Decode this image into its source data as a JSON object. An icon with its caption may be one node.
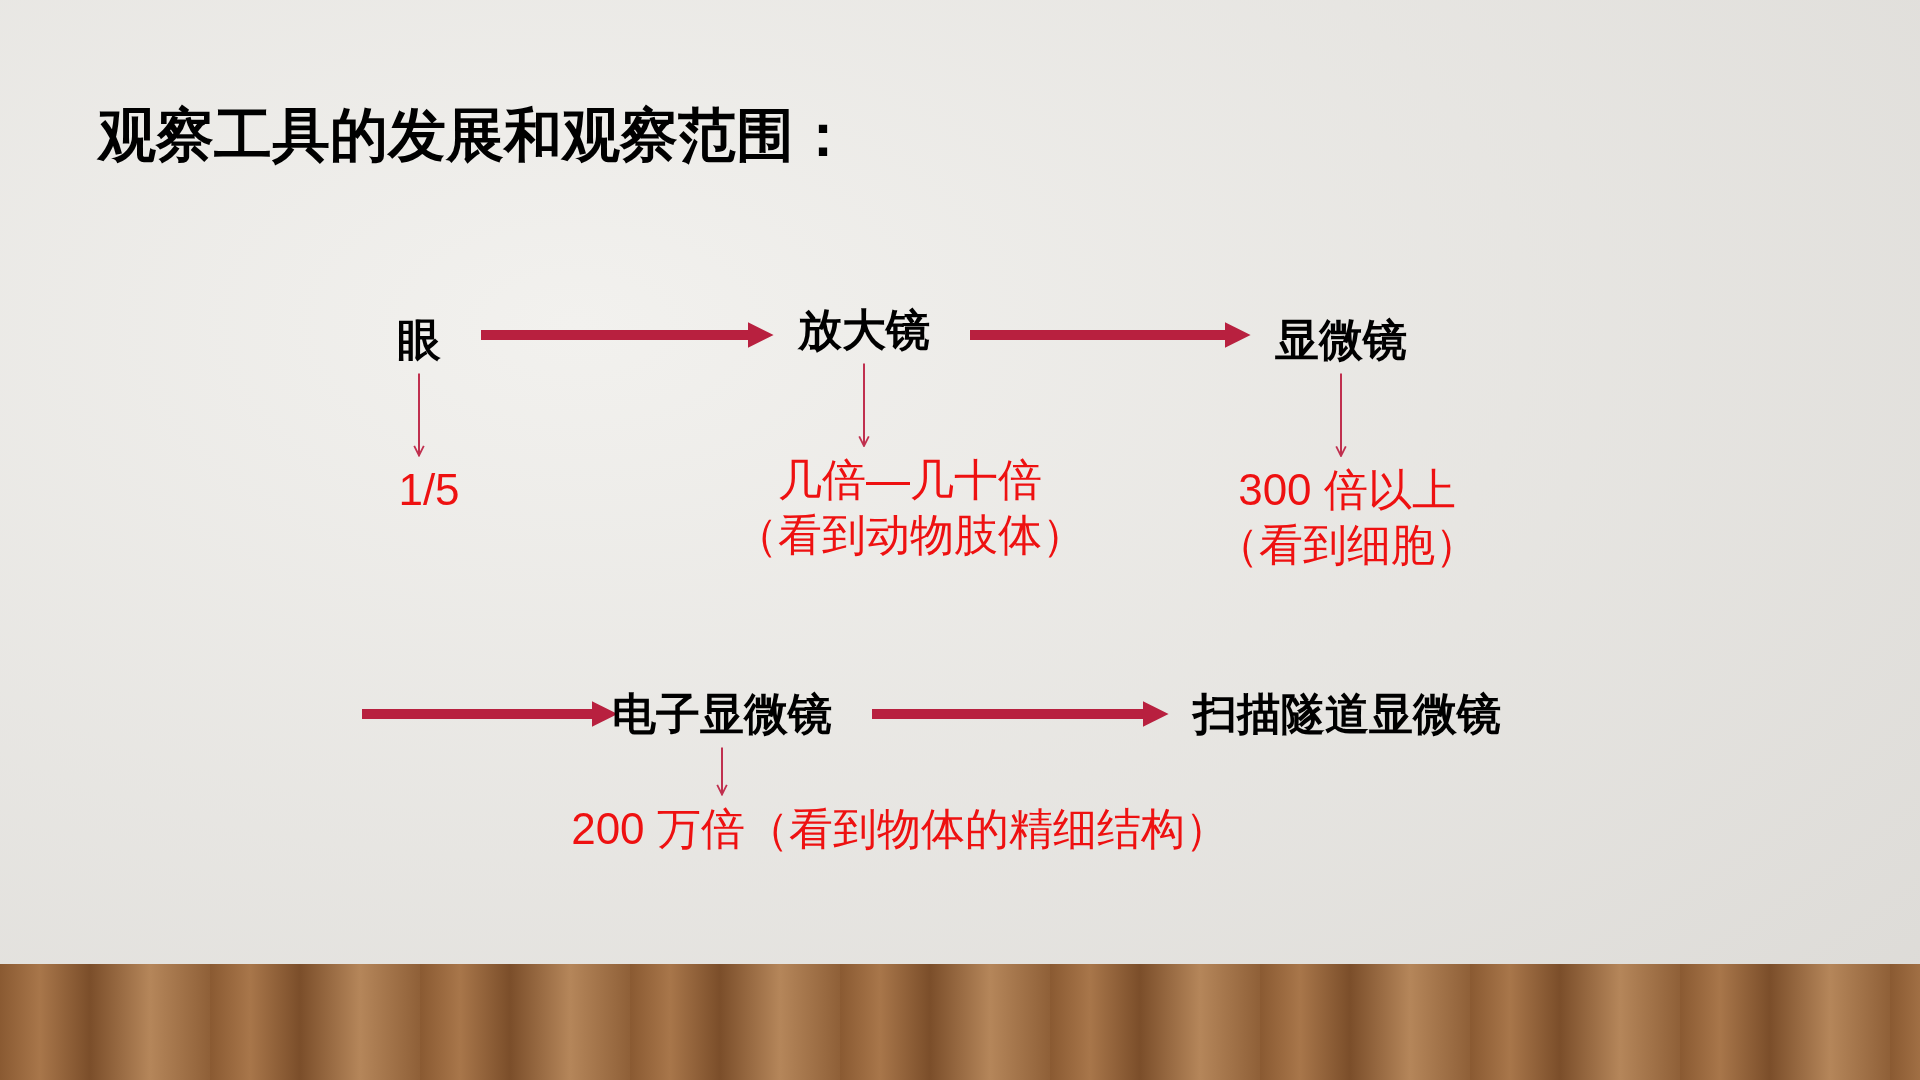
{
  "diagram": {
    "title": "观察工具的发展和观察范围：",
    "nodes": [
      {
        "text": [
          "眼"
        ]
      },
      {
        "text": [
          "放大镜"
        ]
      },
      {
        "text": [
          "显微镜"
        ]
      },
      {
        "text": [
          "1/5"
        ]
      },
      {
        "text": [
          "几倍—几十倍",
          "（看到动物肢体）"
        ]
      },
      {
        "text": [
          "300 倍以上",
          "（看到细胞）"
        ]
      },
      {
        "text": [
          "电子显微镜"
        ]
      },
      {
        "text": [
          "扫描隧道显微镜"
        ]
      },
      {
        "text": [
          "200 万倍（看到物体的精细结构）"
        ]
      }
    ],
    "edges": [
      {
        "from": 0,
        "to": 1,
        "arrow": "to",
        "style": "thick",
        "color": "#b8203f"
      },
      {
        "from": 1,
        "to": 2,
        "arrow": "to",
        "style": "thick",
        "color": "#b8203f"
      },
      {
        "from": null,
        "to": 6,
        "arrow": "to",
        "style": "thick",
        "color": "#b8203f"
      },
      {
        "from": 6,
        "to": 7,
        "arrow": "to",
        "style": "thick",
        "color": "#b8203f"
      },
      {
        "from": 0,
        "to": 3,
        "arrow": "to"
      },
      {
        "from": 1,
        "to": 4,
        "arrow": "to"
      },
      {
        "from": 2,
        "to": 5,
        "arrow": "to"
      },
      {
        "from": 6,
        "to": 8,
        "arrow": "to"
      }
    ]
  }
}
